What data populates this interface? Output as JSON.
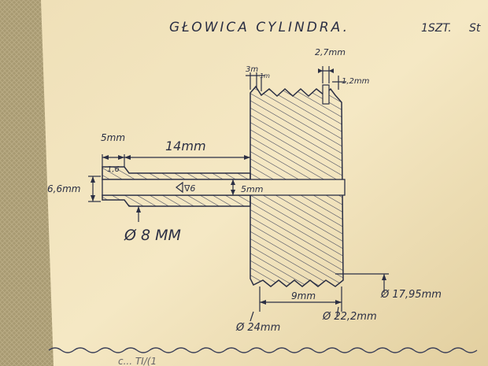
{
  "title": "GŁOWICA CYLINDRA.",
  "quantity": "1SZT.",
  "quantity_suffix": "St",
  "dimensions": {
    "groove_left": "3m",
    "groove_mid": "1m",
    "groove_width": "2,7mm",
    "groove_right": "1,2mm",
    "shaft_step": "5mm",
    "shaft_length": "14mm",
    "chamfer": "1,6",
    "end_diameter": "6,6mm",
    "surface_mark": "∇6",
    "bore": "5mm",
    "shaft_diameter": "Ø 8 MM",
    "outer_diameter": "Ø 17,95mm",
    "body_length": "9mm",
    "body_diameter": "Ø 24mm",
    "inner_diameter": "Ø 22,2mm"
  },
  "bottom_scribble": "c... TI/(1"
}
